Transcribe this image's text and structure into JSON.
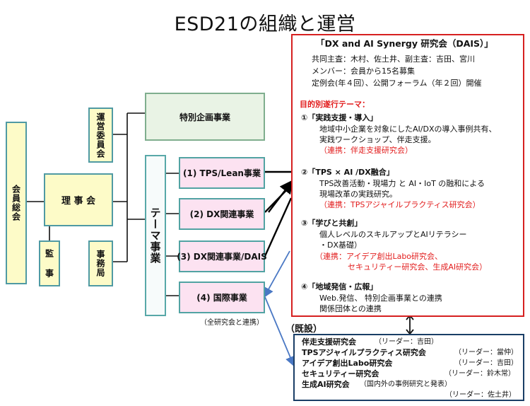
{
  "title": "ESD21の組織と運営",
  "org": {
    "general_assembly": "会員総会",
    "board": "理 事 会",
    "auditor": "監 事",
    "steering": "運営委員会",
    "secretariat": "事務局",
    "special_project": "特別企画事業",
    "theme_projects": "テーマ事業",
    "projects": [
      "(1) TPS/Lean事業",
      "(2) DX関連事業",
      "(3) DX関連事業/DAIS",
      "(4) 国際事業"
    ],
    "collab_note": "（全研究会と連携）"
  },
  "dais": {
    "title": "「DX and AI Synergy 研究会（DAIS）」",
    "leaders": "共同主査：木村、佐土井、副主査：吉田、宮川",
    "members": "メンバー：会員から15名募集",
    "meetings": "定例会(年４回）、公開フォーラム（年２回）開催",
    "themes_heading": "目的別遂行テーマ：",
    "themes": [
      {
        "heading": "①「実践支援・導入」",
        "lines": [
          "地域中小企業を対象にしたAI/DXの導入事例共有、",
          "実践ワークショップ、伴走支援。"
        ],
        "collab": "（連携：伴走支援研究会）"
      },
      {
        "heading": "②「TPS × AI /DX融合」",
        "lines": [
          "TPS改善活動・現場力 と AI・IoT の融和による",
          "現場改革の実践研究。"
        ],
        "collab": "（連携：TPSアジャイルプラクティス研究会）"
      },
      {
        "heading": "③「学びと共創」",
        "lines": [
          "個人レベルのスキルアップとAIリテラシー",
          "・DX基礎）"
        ],
        "collab_lines": [
          "（連携：アイデア創出Labo研究会、",
          "セキュリティー研究会、生成AI研究会）"
        ]
      },
      {
        "heading": "④「地域発信・広報」",
        "lines": [
          "Web.発信、 特別企画事業との連携",
          "関係団体との連携"
        ]
      }
    ]
  },
  "existing": {
    "label": "（既設）",
    "groups": [
      {
        "name": "伴走支援研究会",
        "leader": "（リーダー：吉田）"
      },
      {
        "name": "TPSアジャイルプラクティス研究会",
        "leader": "（リーダー：當仲）"
      },
      {
        "name": "アイデア創出Labo研究会",
        "leader": "（リーダー：吉田）"
      },
      {
        "name": "セキュリティー研究会",
        "leader": "（リーダー：鈴木常）"
      },
      {
        "name": "生成AI研究会",
        "leader": "（国内外の事例研究と発表）"
      }
    ],
    "last_leader": "（リーダー：佐土井）"
  }
}
